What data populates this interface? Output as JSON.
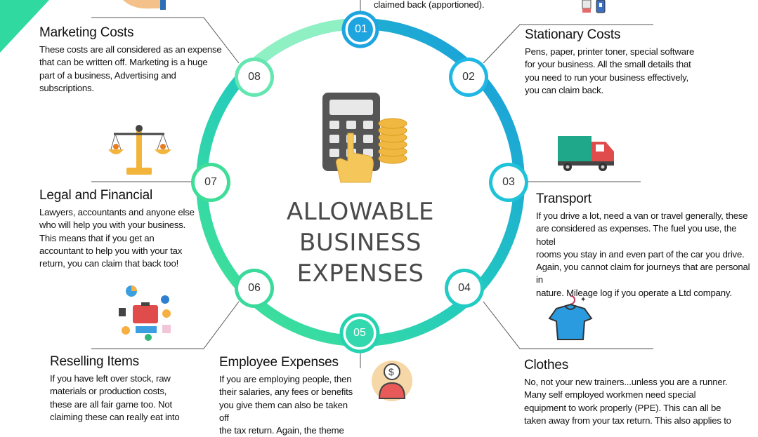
{
  "top_fragment": "claimed back (apportioned).",
  "center": {
    "line1": "ALLOWABLE",
    "line2": "BUSINESS EXPENSES"
  },
  "nodes": [
    "01",
    "02",
    "03",
    "04",
    "05",
    "06",
    "07",
    "08"
  ],
  "sections": {
    "marketing": {
      "title": "Marketing Costs",
      "lines": [
        "These costs are all considered as an expense",
        "that can be written off. Marketing is a huge",
        "part of a business, Advertising and",
        "subscriptions."
      ]
    },
    "stationary": {
      "title": "Stationary Costs",
      "lines": [
        "Pens, paper, printer toner, special software",
        "for your business. All the small details that",
        "you need to run your business effectively,",
        "you can claim back."
      ]
    },
    "transport": {
      "title": "Transport",
      "lines": [
        "If you drive a lot, need a van or travel generally, these",
        "are considered as expenses. The fuel you use, the hotel",
        "rooms you stay in and even part of the car you drive.",
        "Again, you cannot claim for journeys that are personal in",
        "nature. Mileage log if you operate a Ltd company."
      ]
    },
    "legal": {
      "title": "Legal and Financial",
      "lines": [
        "Lawyers, accountants and anyone else",
        "who will help you with your business.",
        "This means that if you get an",
        "accountant to help you with your tax",
        "return, you can claim that back too!"
      ]
    },
    "reselling": {
      "title": "Reselling Items",
      "lines": [
        "If you have left over stock, raw",
        "materials or production costs,",
        "these are all fair game too. Not",
        "claiming these can really eat into"
      ]
    },
    "employee": {
      "title": "Employee Expenses",
      "lines": [
        "If you are employing people, then",
        "their salaries, any fees or benefits",
        "you give them can also be taken off",
        "the tax return. Again, the theme"
      ]
    },
    "clothes": {
      "title": "Clothes",
      "lines": [
        "No, not your new trainers...unless you are a runner.",
        "Many self employed workmen need special",
        "equipment to work properly (PPE). This can all be",
        "taken away from your tax return. This also applies to"
      ]
    }
  },
  "colors": {
    "ring_start": "#1e9fe0",
    "ring_end": "#3fe0a0",
    "node_fill": "#ffffff",
    "text": "#111111"
  },
  "icons": [
    "hand-icon",
    "pens-icon",
    "calculator-coins-icon",
    "scales-icon",
    "truck-icon",
    "business-collage-icon",
    "shirt-hanger-icon",
    "person-dollar-icon"
  ]
}
